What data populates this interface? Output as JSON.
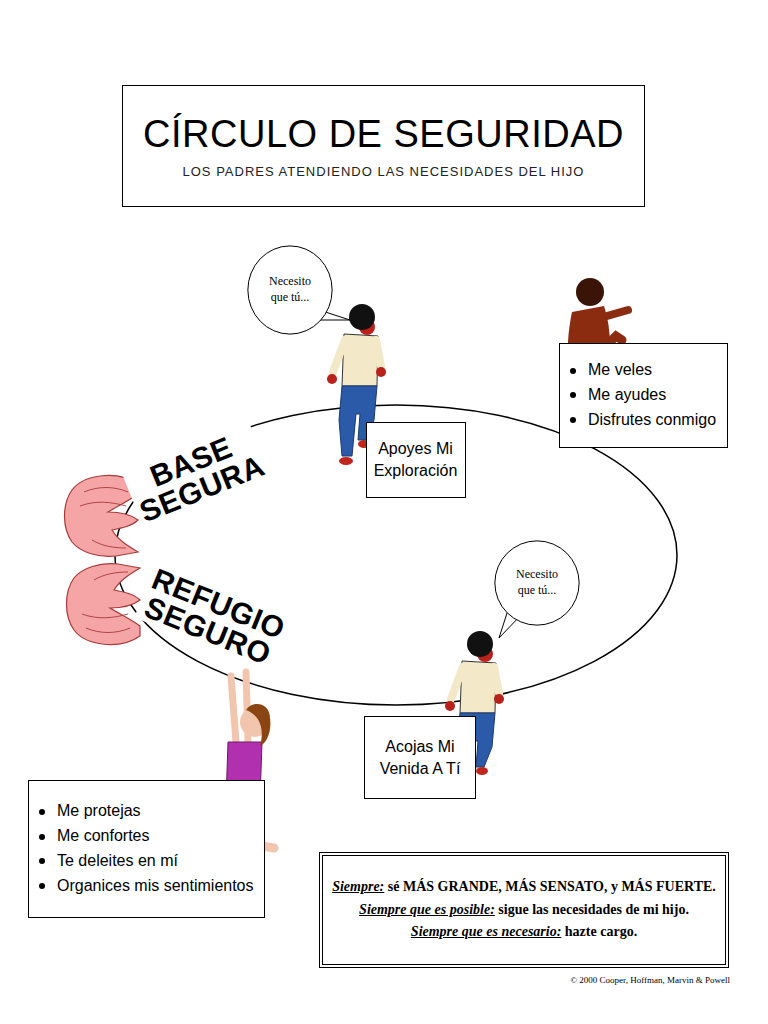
{
  "diagram": {
    "nodes": [
      {
        "text": [
          "CÍRCULO DE SEGURIDAD",
          "LOS PADRES ATENDIENDO LAS NECESIDADES DEL HIJO"
        ]
      },
      {
        "text": [
          "Necesito que tú..."
        ]
      },
      {
        "text": [
          "Me veles",
          "Me ayudes",
          "Disfrutes conmigo"
        ]
      },
      {
        "text": [
          "Apoyes Mi Exploración"
        ]
      },
      {
        "text": [
          "Necesito que tú..."
        ]
      },
      {
        "text": [
          "Acojas Mi Venida A Tí"
        ]
      },
      {
        "text": [
          "Me protejas",
          "Me confortes",
          "Te deleites en mí",
          "Organices mis sentimientos"
        ]
      },
      {
        "text": [
          "Siempre:",
          "sé MÁS GRANDE, MÁS SENSATO, y MÁS FUERTE.",
          "Siempre que es posible:",
          "sigue las necesidades de mi hijo.",
          "Siempre que es necesario:",
          "hazte cargo."
        ]
      }
    ],
    "labels": [
      "BASE SEGURA",
      "REFUGIO SEGURO",
      "© 2000 Cooper, Hoffman, Marvin & Powell"
    ]
  }
}
